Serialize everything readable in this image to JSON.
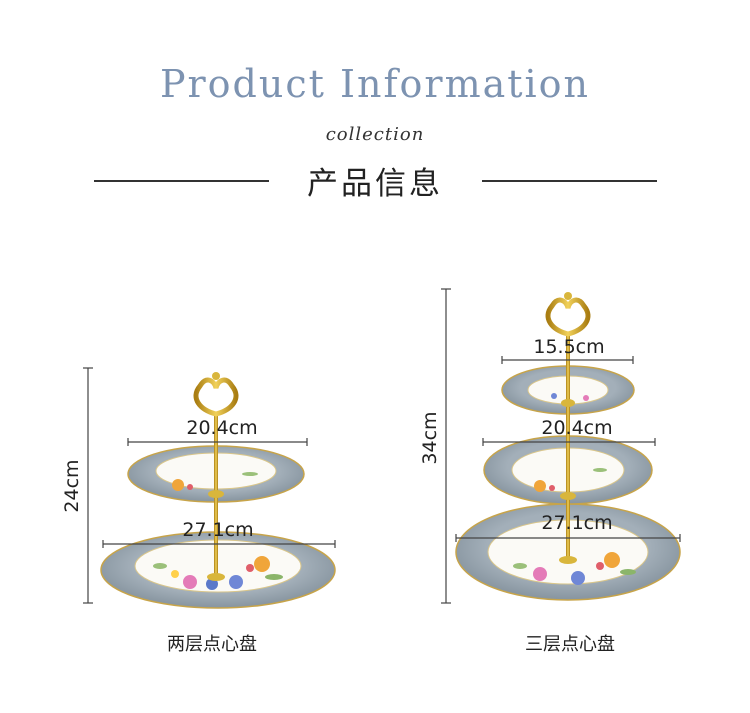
{
  "header": {
    "title": "Product  Information",
    "subtitle": "collection",
    "cn_title": "产品信息"
  },
  "products": [
    {
      "caption": "两层点心盘",
      "height_label": "24cm",
      "plate_labels": [
        "20.4cm",
        "27.1cm"
      ]
    },
    {
      "caption": "三层点心盘",
      "height_label": "34cm",
      "plate_labels": [
        "15.5cm",
        "20.4cm",
        "27.1cm"
      ]
    }
  ],
  "colors": {
    "title": "#7d93b1",
    "plate_rim": "#8e9ba6",
    "gold": "#c9a227"
  }
}
